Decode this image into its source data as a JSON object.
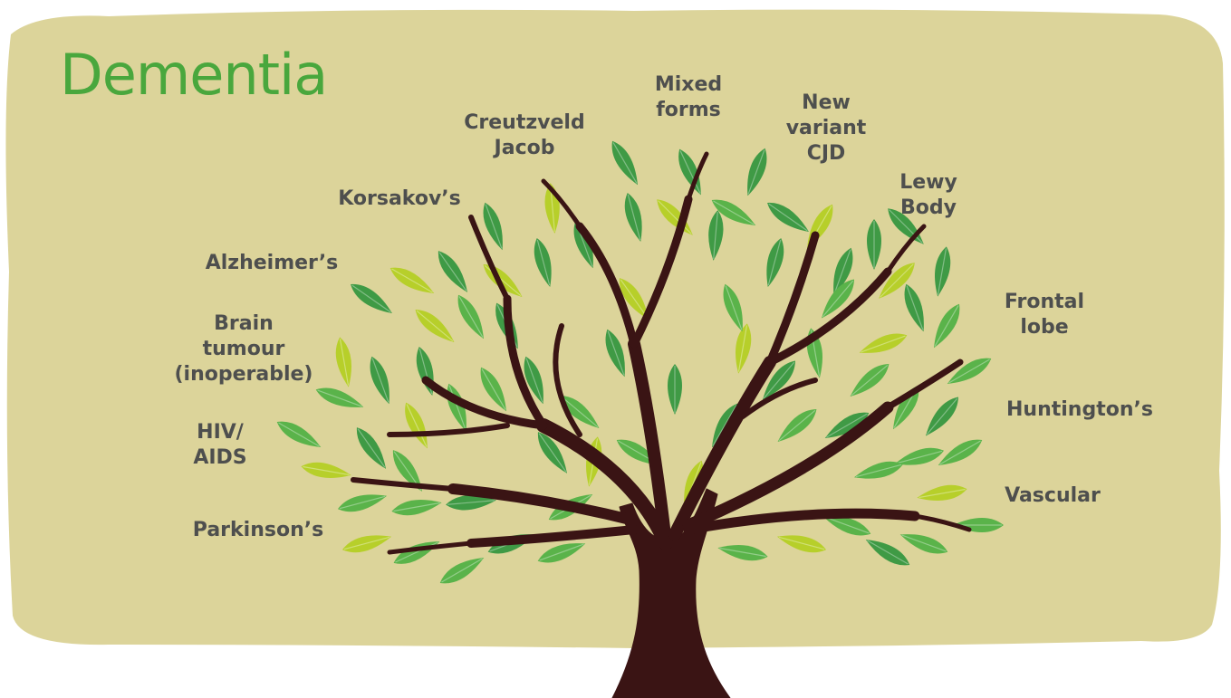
{
  "title": "Dementia",
  "colors": {
    "background_panel": "#dcd49a",
    "title_green": "#49a73d",
    "label_text": "#4e4f4e",
    "trunk": "#3a1414",
    "leaf_dark": "#3f9a45",
    "leaf_mid": "#5ab34a",
    "leaf_light": "#b7cf2a"
  },
  "types": [
    {
      "id": "creutzfeldt",
      "lines": [
        "Creutzveld",
        "Jacob"
      ]
    },
    {
      "id": "mixed",
      "lines": [
        "Mixed",
        "forms"
      ]
    },
    {
      "id": "nvcjd",
      "lines": [
        "New",
        "variant",
        "CJD"
      ]
    },
    {
      "id": "korsakov",
      "lines": [
        "Korsakov’s"
      ]
    },
    {
      "id": "lewy",
      "lines": [
        "Lewy",
        "Body"
      ]
    },
    {
      "id": "alzheimer",
      "lines": [
        "Alzheimer’s"
      ]
    },
    {
      "id": "frontal",
      "lines": [
        "Frontal",
        "lobe"
      ]
    },
    {
      "id": "brain-tumour",
      "lines": [
        "Brain",
        "tumour",
        "(inoperable)"
      ]
    },
    {
      "id": "huntington",
      "lines": [
        "Huntington’s"
      ]
    },
    {
      "id": "hiv",
      "lines": [
        "HIV/",
        "AIDS"
      ]
    },
    {
      "id": "vascular",
      "lines": [
        "Vascular"
      ]
    },
    {
      "id": "parkinson",
      "lines": [
        "Parkinson’s"
      ]
    }
  ]
}
